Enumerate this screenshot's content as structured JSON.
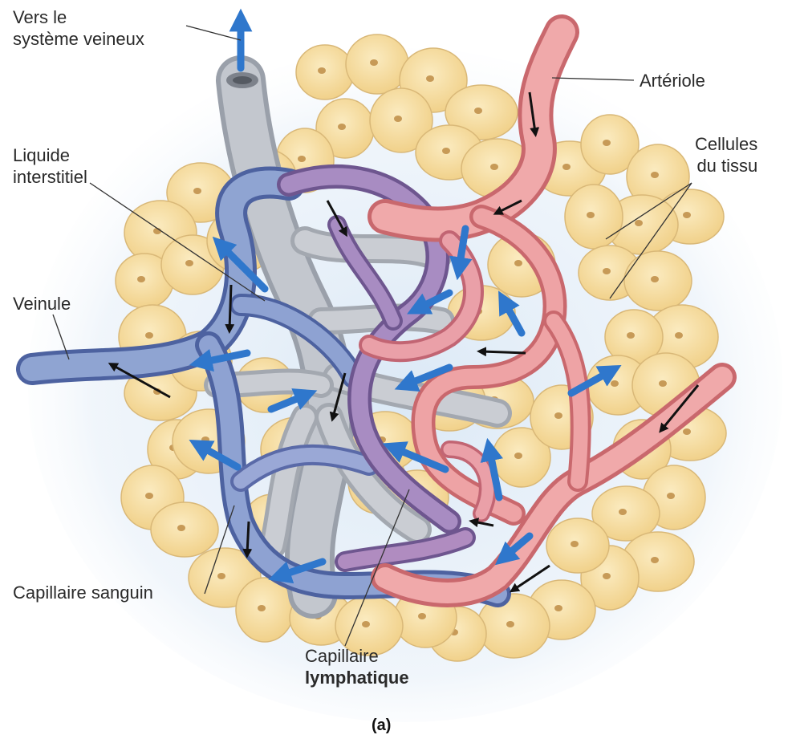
{
  "labels": {
    "vers_line1": "Vers le",
    "vers_line2": "système veineux",
    "arteriole": "Artériole",
    "cellules_line1": "Cellules",
    "cellules_line2": "du tissu",
    "liquide_line1": "Liquide",
    "liquide_line2": "interstitiel",
    "veinule": "Veinule",
    "capillaire_sanguin": "Capillaire sanguin",
    "capillaire_lymph_line1": "Capillaire",
    "capillaire_lymph_line2": "lymphatique"
  },
  "caption": "(a)",
  "colors": {
    "cell_fill": "#f7dfa2",
    "cell_edge": "#d9b878",
    "nucleus": "#c79a57",
    "artery": "#e89a9c",
    "artery_dark": "#c9686d",
    "vein": "#7f95c6",
    "vein_dark": "#4d62a0",
    "purple": "#9a7fb3",
    "lymph": "#b8bcc4",
    "flow_arrow": "#2f77cc",
    "blood_arrow": "#111111",
    "halo": "#d7e6f5"
  }
}
